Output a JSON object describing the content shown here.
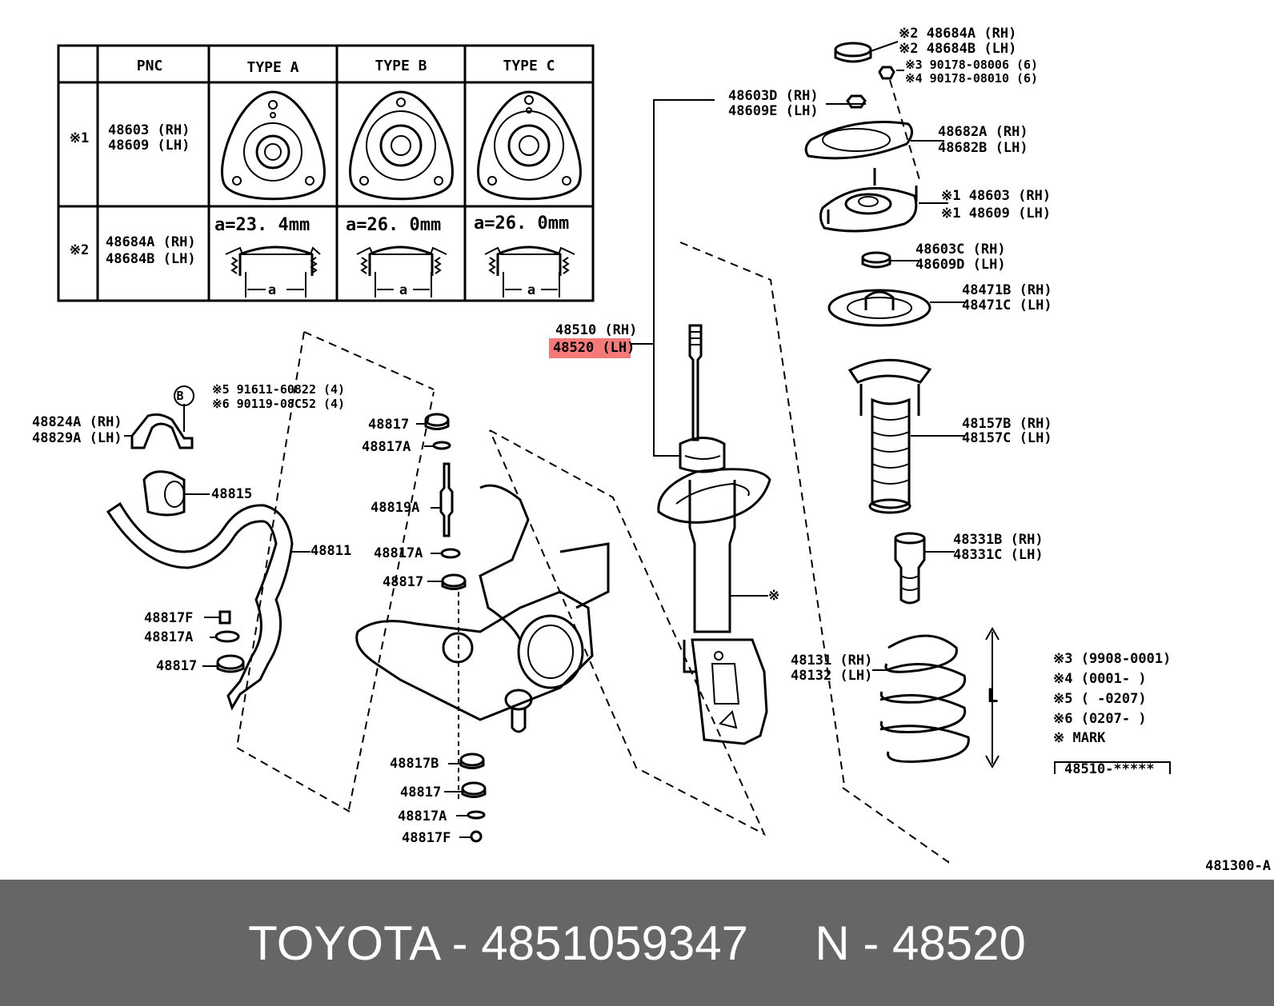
{
  "table": {
    "headers": [
      "PNC",
      "TYPE A",
      "TYPE B",
      "TYPE C"
    ],
    "row1": {
      "mark": "※1",
      "pnc_rh": "48603 (RH)",
      "pnc_lh": "48609 (LH)"
    },
    "row2": {
      "mark": "※2",
      "pnc_rh": "48684A (RH)",
      "pnc_lh": "48684B (LH)",
      "dims": [
        "a=23. 4mm",
        "a=26. 0mm",
        "a=26. 0mm"
      ],
      "dim_letter": "a"
    }
  },
  "labels": {
    "cap_rh": "※2  48684A (RH)",
    "cap_lh": "※2  48684B (LH)",
    "nut_3": "※3 90178-08006 (6)",
    "nut_4": "※4 90178-08010 (6)",
    "nut_rh": "48603D (RH)",
    "nut_lh": "48609E (LH)",
    "plate_rh": "48682A (RH)",
    "plate_lh": "48682B (LH)",
    "mount_rh": "※1 48603 (RH)",
    "mount_lh": "※1 48609 (LH)",
    "bearing_rh": "48603C (RH)",
    "bearing_lh": "48609D (LH)",
    "seat_rh": "48471B (RH)",
    "seat_lh": "48471C (LH)",
    "boot_rh": "48157B (RH)",
    "boot_lh": "48157C (LH)",
    "bump_rh": "48331B (RH)",
    "bump_lh": "48331C (LH)",
    "spring_rh": "48131 (RH)",
    "spring_lh": "48132 (LH)",
    "spring_len": "L",
    "strut_rh": "48510 (RH)",
    "strut_lh": "48520 (LH)",
    "mark": "※",
    "bkt_b": "B",
    "bkt_5": "※5 91611-60822 (4)",
    "bkt_6": "※6 90119-08C52 (4)",
    "bracket_rh": "48824A (RH)",
    "bracket_lh": "48829A (LH)",
    "bushing": "48815",
    "stabilizer": "48811",
    "l_48817f": "48817F",
    "l_48817a": "48817A",
    "l_48817": "48817",
    "r_48817": "48817",
    "r_48817a": "48817A",
    "r_48819a": "48819A",
    "r_48817a2": "48817A",
    "r_48817b": "48817",
    "b_48817b": "48817B",
    "b_48817": "48817",
    "b_48817a": "48817A",
    "b_48817f": "48817F",
    "notes": [
      "※3 (9908-0001)",
      "※4 (0001-      )",
      "※5 (      -0207)",
      "※6 (0207-      )",
      "※ MARK"
    ],
    "mark_box": "48510-*****",
    "diagram_code": "481300-A"
  },
  "highlight_color": "#f47a7a",
  "footer": {
    "text": "TOYOTA - 4851059347     N - 48520"
  }
}
